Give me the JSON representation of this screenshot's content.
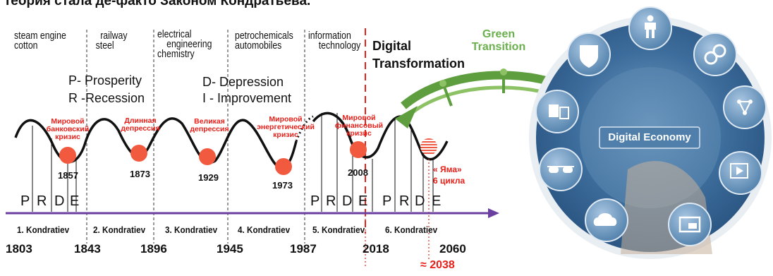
{
  "title": "теория стала де-факто Законом Кондратьева.",
  "eras": [
    {
      "line1": "steam engine",
      "line2": "cotton"
    },
    {
      "line1": "railway",
      "line2": "steel"
    },
    {
      "line1": "electrical",
      "line2": "engineering",
      "line3": "chemistry"
    },
    {
      "line1": "petrochemicals",
      "line2": "automobiles"
    },
    {
      "line1": "information",
      "line2": "technology"
    }
  ],
  "legend": {
    "prosperity": "P- Prosperity",
    "recession": "R -Recession",
    "depression": "D- Depression",
    "improvement": "I - Improvement"
  },
  "digital_transformation": {
    "line1": "Digital",
    "line2": "Transformation"
  },
  "green_transition": {
    "line1": "Green",
    "line2": "Transition"
  },
  "digital_economy": "Digital Economy",
  "crises": [
    {
      "line1": "Мировой",
      "line2": "банковский",
      "line3": "кризис",
      "year": "1857"
    },
    {
      "line1": "Длинная",
      "line2": "депрессия",
      "line3": "",
      "year": "1873"
    },
    {
      "line1": "Великая",
      "line2": "депрессия",
      "line3": "",
      "year": "1929"
    },
    {
      "line1": "Мировой",
      "line2": "энергетический",
      "line3": "кризис",
      "year": "1973"
    },
    {
      "line1": "Мировой",
      "line2": "финансовый",
      "line3": "кризис",
      "year": "2008"
    }
  ],
  "pit": {
    "line1": "« Яма»",
    "line2": "6 цикла"
  },
  "phases": [
    "P",
    "R",
    "D",
    "E"
  ],
  "kondratiev": [
    "1. Kondratiev",
    "2. Kondratiev",
    "3. Kondratiev",
    "4. Kondratiev",
    "5. Kondratiev",
    "6. Kondratiev"
  ],
  "axis_years": [
    "1803",
    "1843",
    "1896",
    "1945",
    "1987",
    "2018",
    "2060"
  ],
  "forecast_year": "≈ 2038",
  "icons": [
    "person-icon",
    "shield-icon",
    "rings-icon",
    "documents-icon",
    "network-icon",
    "glasses-icon",
    "video-settings-icon",
    "cloud-upload-icon",
    "folder-icon"
  ],
  "colors": {
    "red": "#e8201a",
    "green": "#6ab04c",
    "purple": "#6a3fa0",
    "panel_blue": "#3d6d9c"
  }
}
